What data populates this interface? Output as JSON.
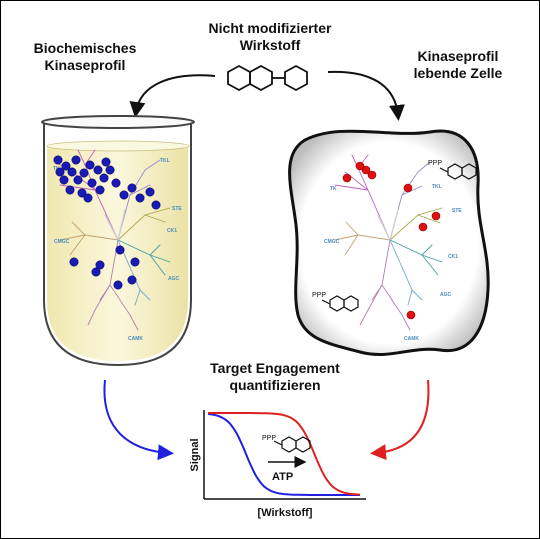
{
  "title": {
    "line1": "Nicht modifizierter",
    "line2": "Wirkstoff"
  },
  "left_label": {
    "line1": "Biochemisches",
    "line2": "Kinaseprofil"
  },
  "right_label": {
    "line1": "Kinaseprofil",
    "line2": "lebende Zelle"
  },
  "middle_label": {
    "line1": "Target Engagement",
    "line2": "quantifizieren"
  },
  "kinome_groups": {
    "tk": "TK",
    "tkl": "TKL",
    "ste": "STE",
    "ck1": "CK1",
    "agc": "AGC",
    "camk": "CAMK",
    "cmgc": "CMGC"
  },
  "atp_label": "ATP",
  "ppp_label": "PPP",
  "chart": {
    "xlabel": "[Wirkstoff]",
    "ylabel": "Signal"
  },
  "chart_data": {
    "type": "line",
    "xlabel": "[Wirkstoff]",
    "ylabel": "Signal",
    "series": [
      {
        "color": "#2020e0",
        "shape": "sigmoid",
        "midpoint": 0.25
      },
      {
        "color": "#e02020",
        "shape": "sigmoid",
        "midpoint": 0.7
      }
    ],
    "grid": false
  },
  "colors": {
    "blue": "#1a1aa8",
    "red": "#e01010",
    "beaker_fill": "#f6f1c8"
  }
}
